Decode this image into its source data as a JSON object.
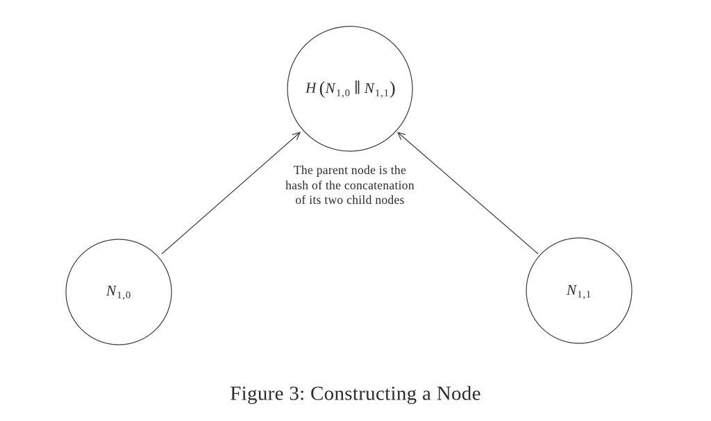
{
  "figure": {
    "parent_node": {
      "hash_fn": "H",
      "lparen": "(",
      "left_base": "N",
      "left_sub": "1,0",
      "concat_op": "∥",
      "right_base": "N",
      "right_sub": "1,1",
      "rparen": ")"
    },
    "left_node": {
      "base": "N",
      "sub": "1,0"
    },
    "right_node": {
      "base": "N",
      "sub": "1,1"
    },
    "annotation": {
      "line1": "The parent node is the",
      "line2": "hash of the concatenation",
      "line3": "of its two child nodes"
    },
    "caption": "Figure 3: Constructing a Node"
  },
  "colors": {
    "background": "#ffffff",
    "line": "#3a3a3a",
    "text": "#2b2b2b"
  }
}
